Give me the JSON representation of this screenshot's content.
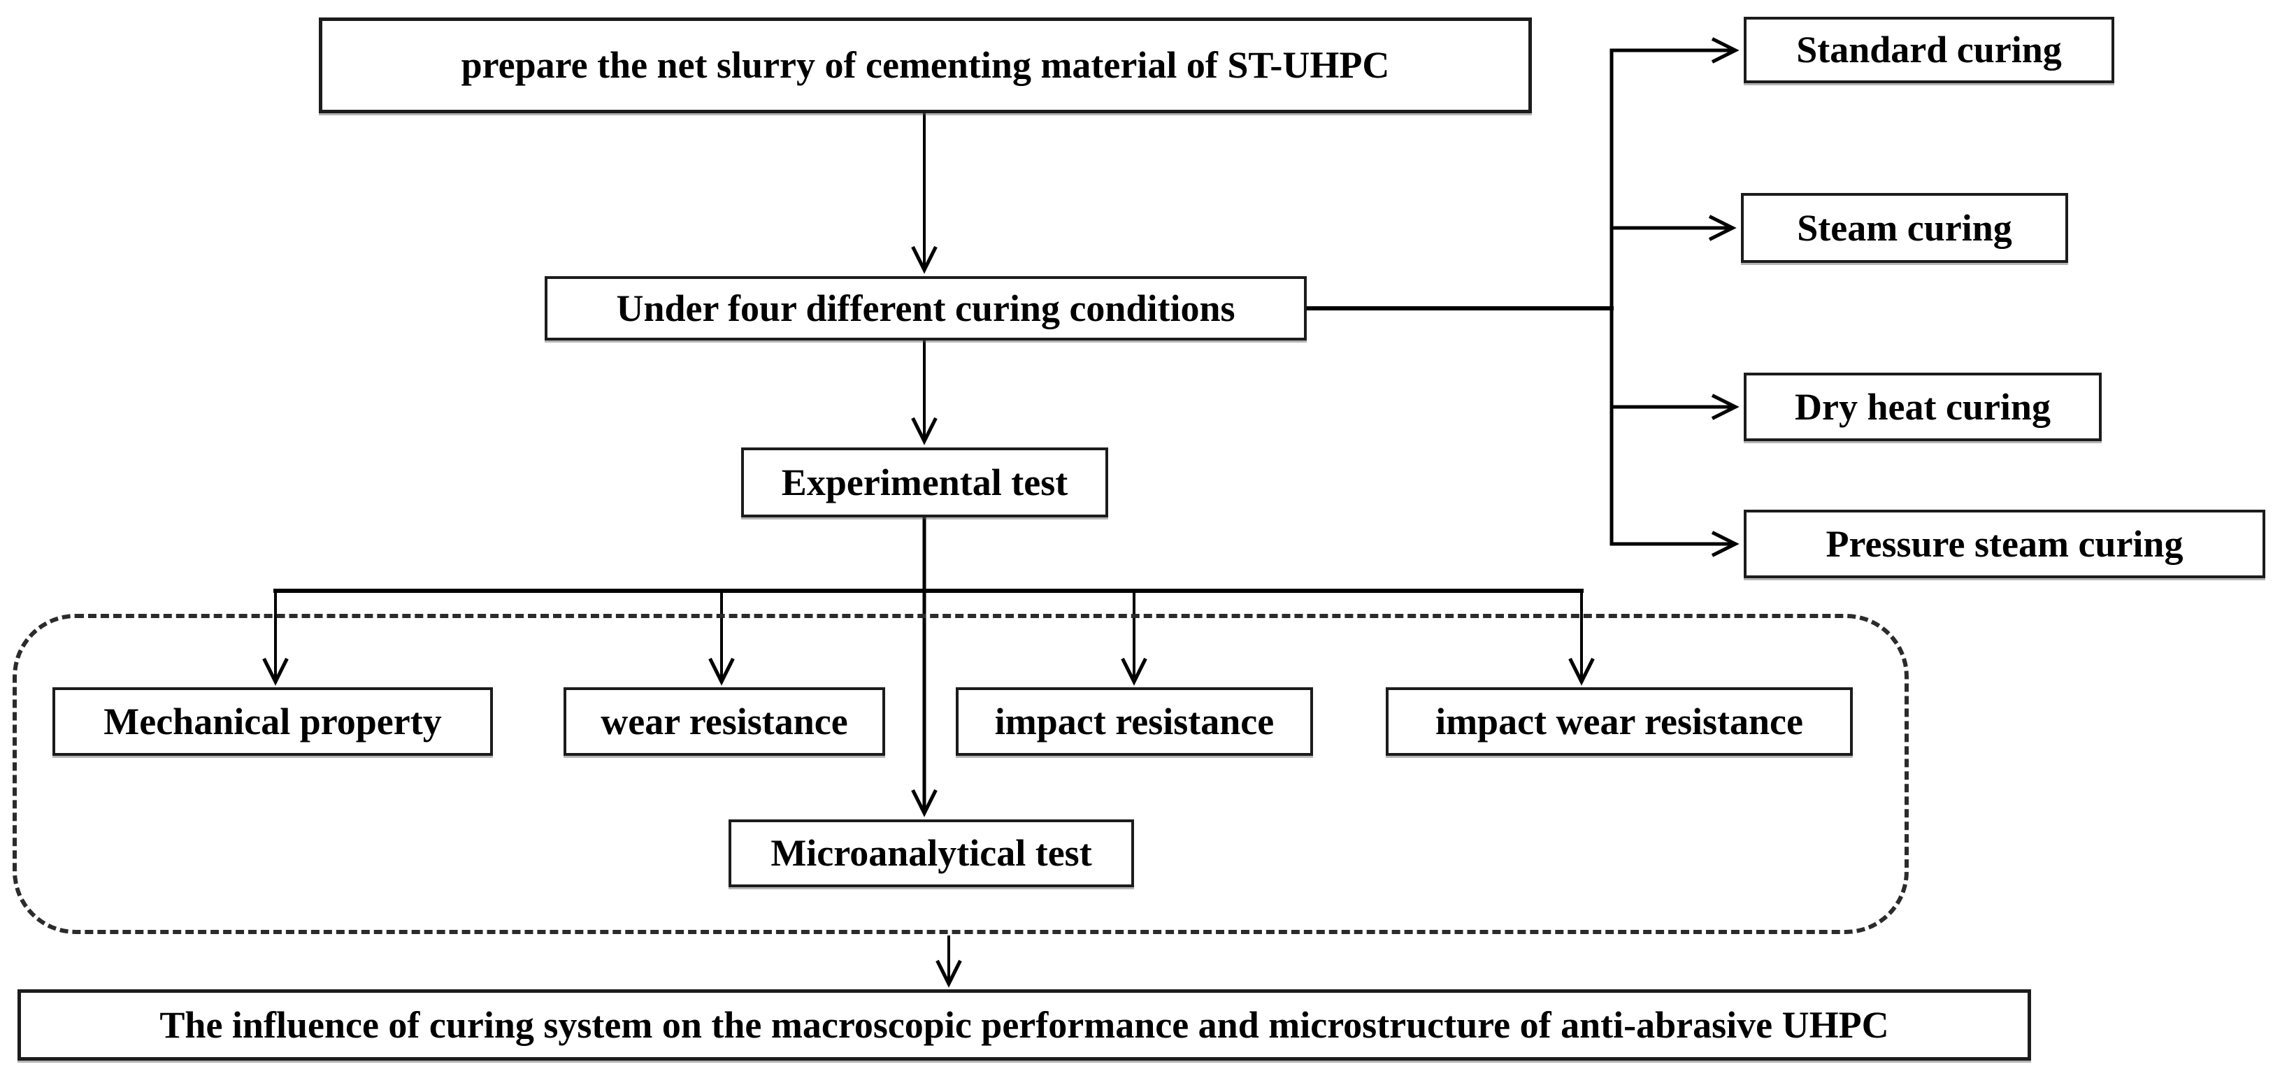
{
  "figure": {
    "type": "flowchart",
    "background_color": "#ffffff",
    "line_color": "#000000",
    "box_border_color": "#1c1c1c",
    "text_color": "#000000",
    "nodes": {
      "prepare": {
        "label": "prepare the net slurry of cementing material of ST-UHPC"
      },
      "curing_conditions": {
        "label": "Under four different curing conditions"
      },
      "experimental_test": {
        "label": "Experimental test"
      },
      "standard_curing": {
        "label": "Standard curing"
      },
      "steam_curing": {
        "label": "Steam curing"
      },
      "dry_heat_curing": {
        "label": "Dry heat curing"
      },
      "pressure_steam_curing": {
        "label": "Pressure steam curing"
      },
      "mechanical_property": {
        "label": "Mechanical property"
      },
      "wear_resistance": {
        "label": "wear resistance"
      },
      "impact_resistance": {
        "label": "impact resistance"
      },
      "impact_wear_resistance": {
        "label": "impact wear resistance"
      },
      "microanalytical_test": {
        "label": "Microanalytical test"
      },
      "conclusion": {
        "label": "The influence of curing system on the macroscopic performance and microstructure of anti-abrasive UHPC"
      }
    }
  }
}
